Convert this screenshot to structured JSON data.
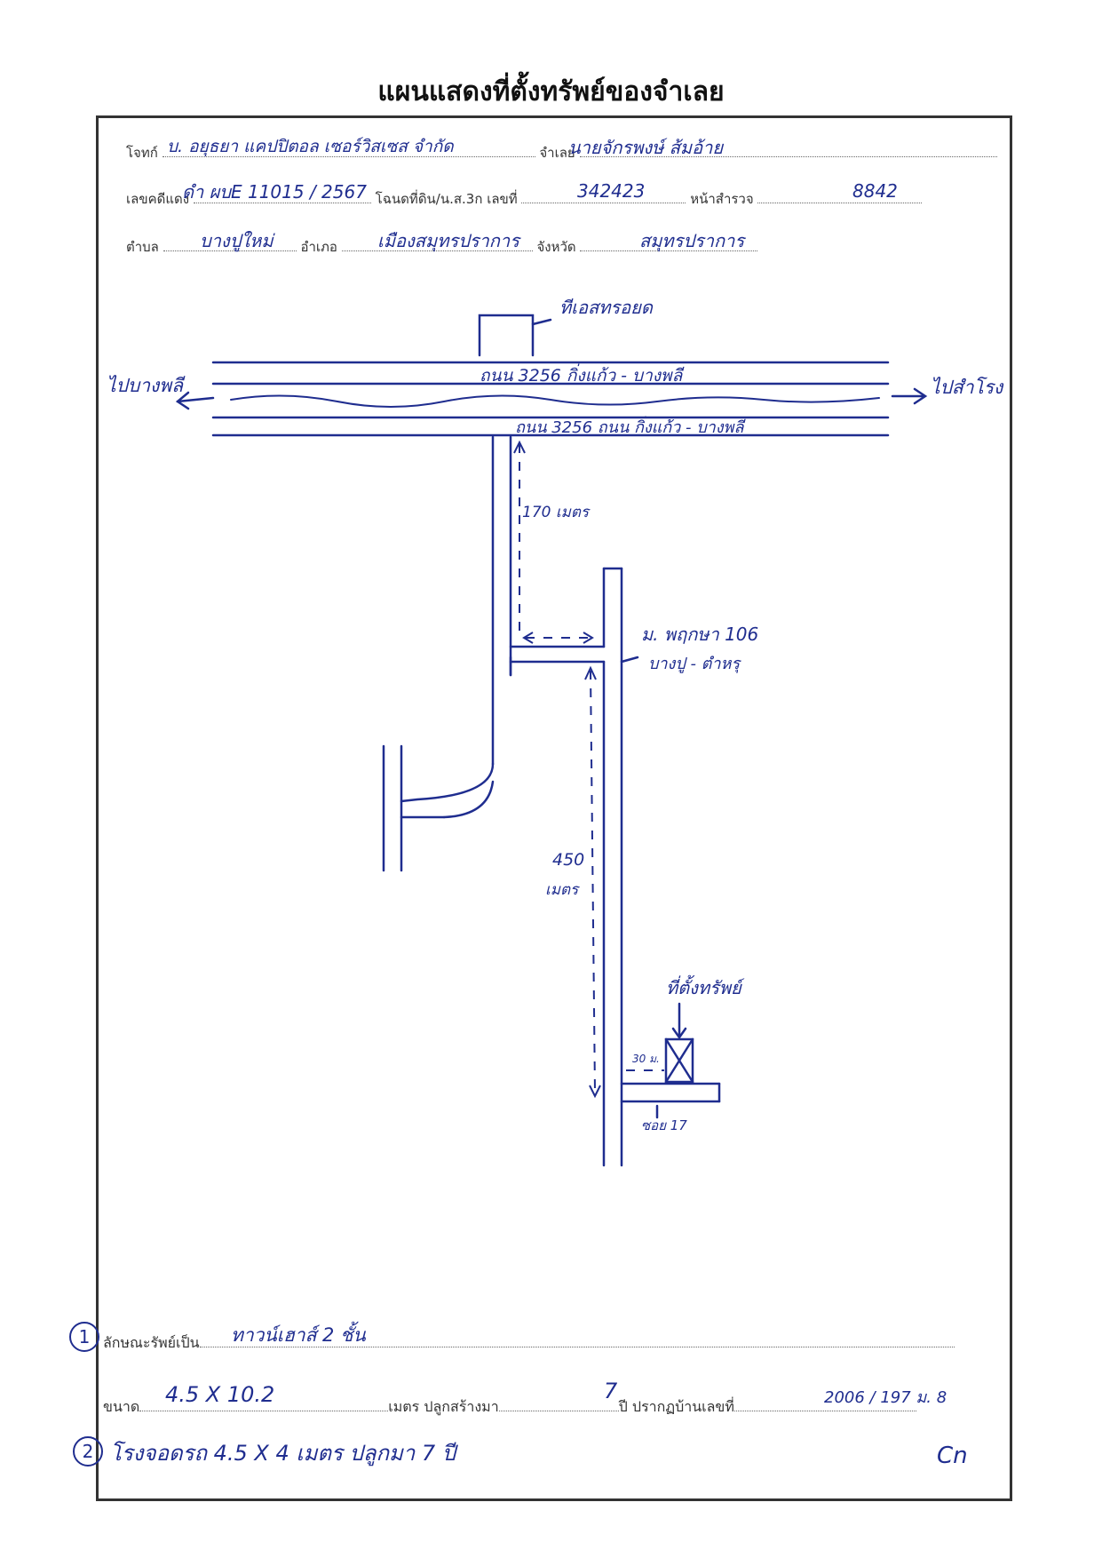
{
  "title": "แผนแสดงที่ตั้งทรัพย์ของจำเลย",
  "header": {
    "plaintiff_label": "โจทก์",
    "plaintiff_value": "บ. อยุธยา แคปปิตอล เซอร์วิสเซส จำกัด",
    "defendant_label": "จำเลย",
    "defendant_value": "นายจักรพงษ์ ส้มอ้าย",
    "case_label": "เลขคดีแดง",
    "case_value": "ดำ ผบE 11015 / 2567",
    "deed_label": "โฉนดที่ดิน/น.ส.3ก เลขที่",
    "deed_value": "342423",
    "page_label": "หน้าสำรวจ",
    "page_value": "8842",
    "subdistrict_label": "ตำบล",
    "subdistrict_value": "บางปูใหม่",
    "district_label": "อำเภอ",
    "district_value": "เมืองสมุทรปราการ",
    "province_label": "จังหวัด",
    "province_value": "สมุทรปราการ"
  },
  "map": {
    "landmark": "ทีเอสทรอยด",
    "left_direction": "ไปบางพลี",
    "right_direction": "ไปสำโรง",
    "road_top": "ถนน 3256 กิ่งแก้ว - บางพลี",
    "road_bottom": "ถนน 3256 ถนน กิ่งแก้ว - บางพลี",
    "distance_1": "170 เมตร",
    "village": "ม. พฤกษา 106",
    "village_area": "บางปู - ตำหรุ",
    "distance_2_num": "450",
    "distance_2_unit": "เมตร",
    "property_label": "ที่ตั้งทรัพย์",
    "distance_3": "30 ม.",
    "soi": "ซอย 17"
  },
  "footer": {
    "item1_num": "1",
    "item1_label": "ลักษณะรัพย์เป็น",
    "item1_value": "ทาวน์เฮาส์ 2 ชั้น",
    "size_label": "ขนาด",
    "size_value": "4.5 X 10.2",
    "built_label": "เมตร ปลูกสร้างมา",
    "built_value": "7",
    "house_label": "ปี ปรากฏบ้านเลขที่",
    "house_value": "2006 / 197 ม. 8",
    "item2_num": "2",
    "item2_value": "โรงจอดรถ 4.5 X 4 เมตร ปลูกมา 7 ปี",
    "signature": "Cn"
  }
}
